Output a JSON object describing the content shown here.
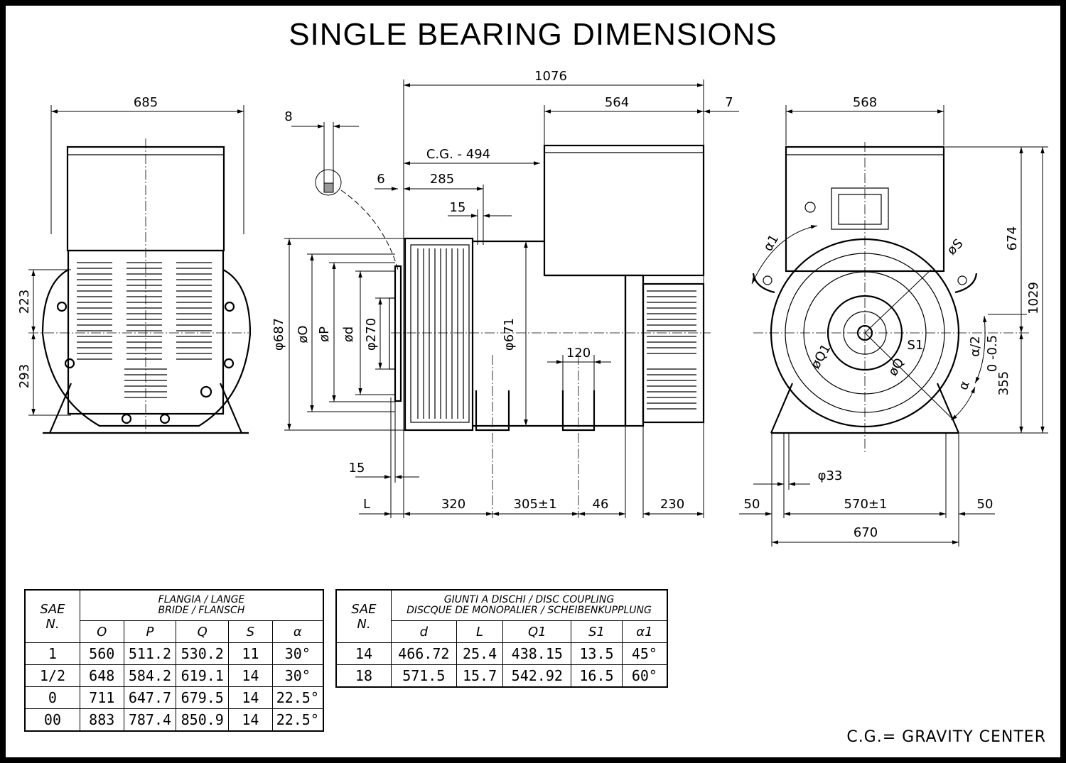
{
  "title": "SINGLE BEARING DIMENSIONS",
  "note": "C.G.= GRAVITY CENTER",
  "dims": {
    "d685": "685",
    "d223": "223",
    "d293": "293",
    "d8": "8",
    "d1076": "1076",
    "d564": "564",
    "d7": "7",
    "cg": "C.G. - 494",
    "d6": "6",
    "d285": "285",
    "d15top": "15",
    "d687": "φ687",
    "dO": "øO",
    "dP": "øP",
    "dd": "ød",
    "d270": "φ270",
    "d671": "φ671",
    "d120": "120",
    "d15bot": "15",
    "L": "L",
    "d320": "320",
    "d305": "305±1",
    "d46": "46",
    "d230": "230",
    "d568": "568",
    "d674": "674",
    "d1029": "1029",
    "d355": "355",
    "tol": "0\n-0.5",
    "a1": "α1",
    "phiS": "øS",
    "aHalf": "α/2",
    "alpha": "α",
    "S1": "S1",
    "Q1": "øQ1",
    "Q": "øQ",
    "d33": "φ33",
    "d50l": "50",
    "d570": "570±1",
    "d50r": "50",
    "d670": "670"
  },
  "flange_table": {
    "sae_header": "SAE\nN.",
    "group_header": "FLANGIA / LANGE\nBRIDE / FLANSCH",
    "columns": [
      "O",
      "P",
      "Q",
      "S",
      "α"
    ],
    "rows": [
      [
        "1",
        "560",
        "511.2",
        "530.2",
        "11",
        "30°"
      ],
      [
        "1/2",
        "648",
        "584.2",
        "619.1",
        "14",
        "30°"
      ],
      [
        "0",
        "711",
        "647.7",
        "679.5",
        "14",
        "22.5°"
      ],
      [
        "00",
        "883",
        "787.4",
        "850.9",
        "14",
        "22.5°"
      ]
    ]
  },
  "coupling_table": {
    "sae_header": "SAE\nN.",
    "group_header": "GIUNTI A DISCHI / DISC COUPLING\nDISCQUE DE MONOPALIER / SCHEIBENKUPPLUNG",
    "columns": [
      "d",
      "L",
      "Q1",
      "S1",
      "α1"
    ],
    "rows": [
      [
        "14",
        "466.72",
        "25.4",
        "438.15",
        "13.5",
        "45°"
      ],
      [
        "18",
        "571.5",
        "15.7",
        "542.92",
        "16.5",
        "60°"
      ]
    ]
  }
}
